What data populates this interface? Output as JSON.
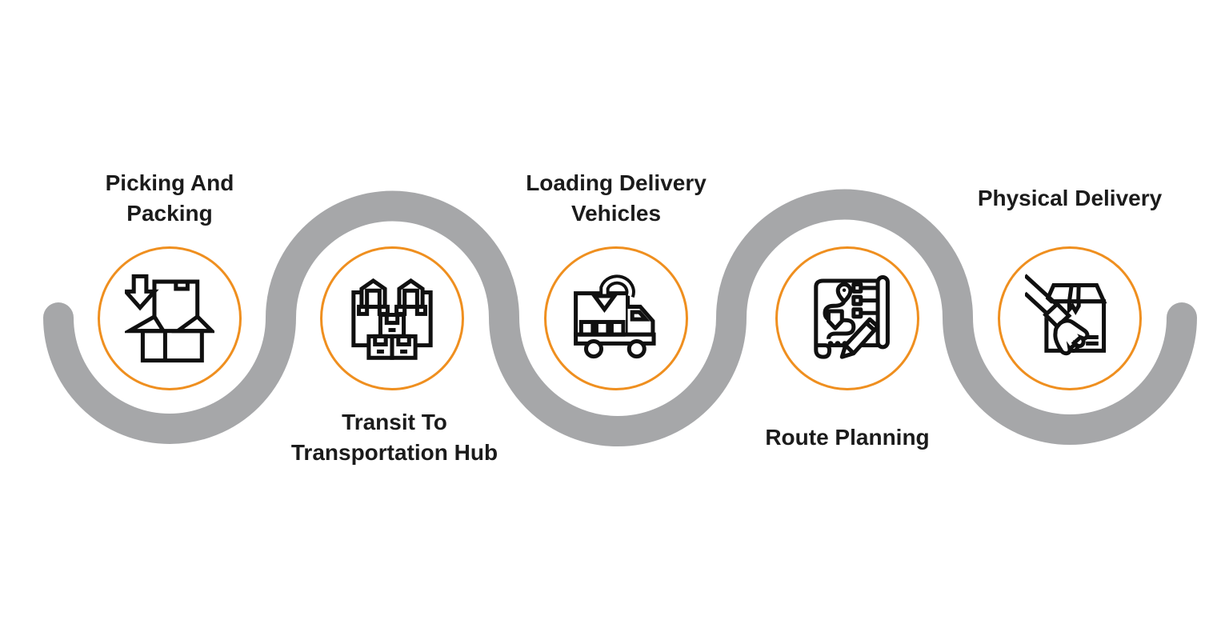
{
  "theme": {
    "background": "#ffffff",
    "accent": "#ef8f1f",
    "path_gray": "#a6a7a9",
    "icon_color": "#101010",
    "text_color": "#1b1b1b"
  },
  "steps": [
    {
      "id": 1,
      "label": "Picking And Packing",
      "lines": [
        "Picking And",
        "Packing"
      ],
      "icon": "open-box-arrow-icon",
      "label_position": "top"
    },
    {
      "id": 2,
      "label": "Transit To Transportation Hub",
      "lines": [
        "Transit To",
        "Transportation Hub"
      ],
      "icon": "warehouse-hub-boxes-icon",
      "label_position": "bottom"
    },
    {
      "id": 3,
      "label": "Loading Delivery Vehicles",
      "lines": [
        "Loading Delivery",
        "Vehicles"
      ],
      "icon": "loading-truck-icon",
      "label_position": "top"
    },
    {
      "id": 4,
      "label": "Route Planning",
      "lines": [
        "Route Planning"
      ],
      "icon": "route-map-pencil-icon",
      "label_position": "bottom"
    },
    {
      "id": 5,
      "label": "Physical Delivery",
      "lines": [
        "Physical Delivery"
      ],
      "icon": "hand-delivering-box-icon",
      "label_position": "top"
    }
  ]
}
